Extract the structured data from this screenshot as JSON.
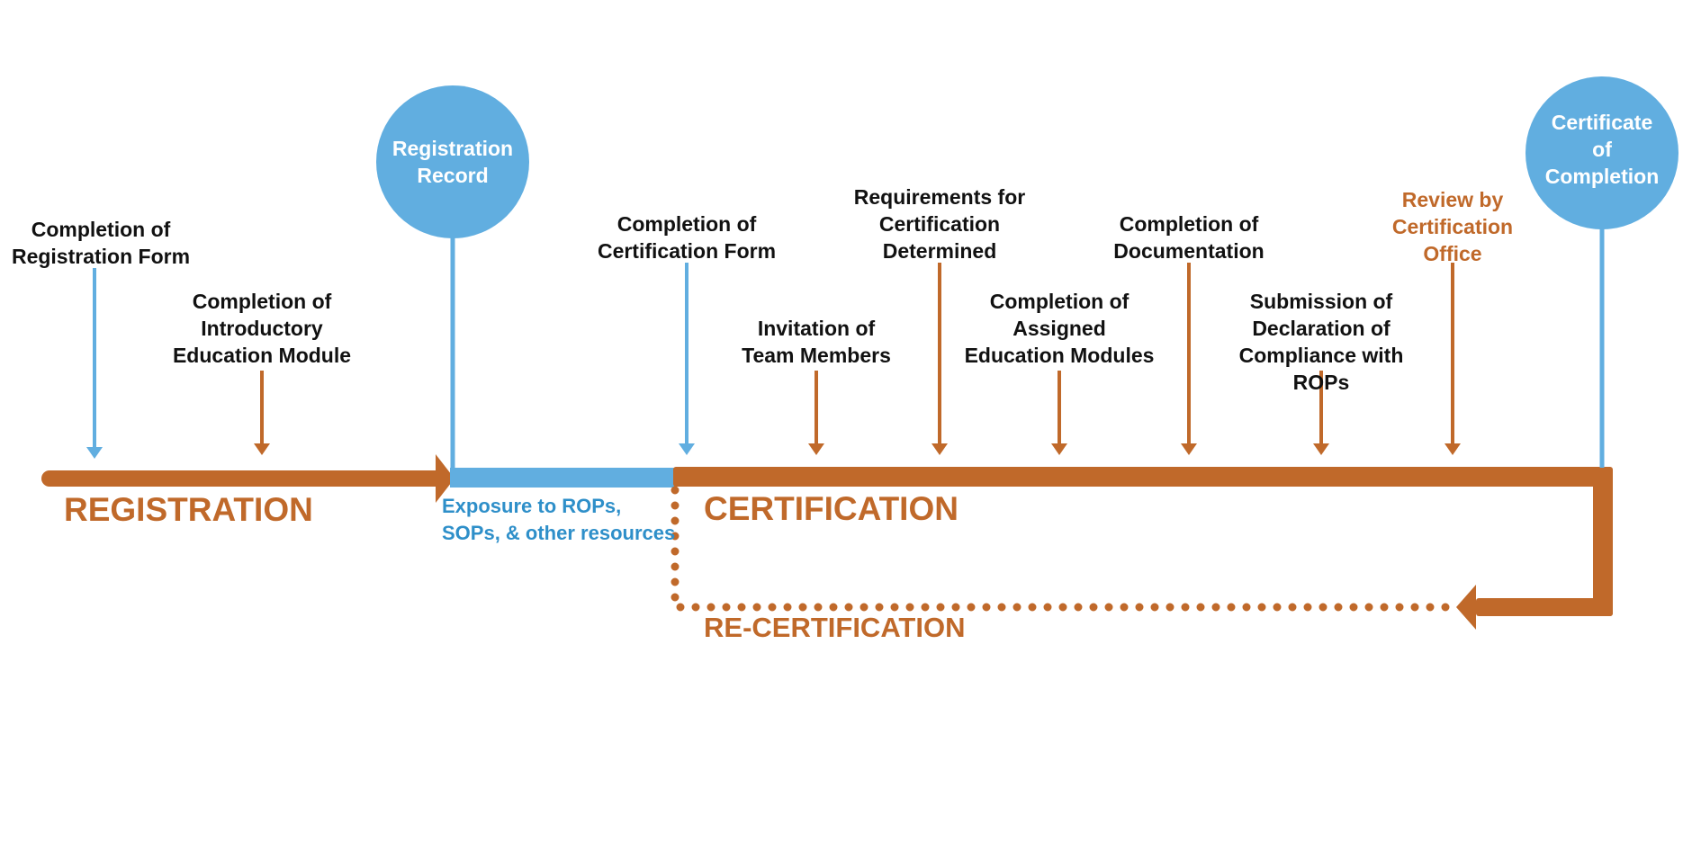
{
  "colors": {
    "orange": "#C0692A",
    "blue": "#61AEE0",
    "blue_text": "#2E8FC9",
    "text": "#111111"
  },
  "circles": {
    "registration_record": "Registration\nRecord",
    "certificate_of_completion": "Certificate\nof\nCompletion"
  },
  "milestones": [
    {
      "id": "registration-form",
      "text": "Completion of\nRegistration Form",
      "color": "blue"
    },
    {
      "id": "introductory-module",
      "text": "Completion of\nIntroductory\nEducation Module",
      "color": "orange"
    },
    {
      "id": "certification-form",
      "text": "Completion of\nCertification Form",
      "color": "blue"
    },
    {
      "id": "invitation-team",
      "text": "Invitation of\nTeam Members",
      "color": "orange"
    },
    {
      "id": "requirements-determined",
      "text": "Requirements for\nCertification\nDetermined",
      "color": "orange"
    },
    {
      "id": "assigned-modules",
      "text": "Completion of\nAssigned\nEducation Modules",
      "color": "orange"
    },
    {
      "id": "documentation",
      "text": "Completion of\nDocumentation",
      "color": "orange"
    },
    {
      "id": "declaration",
      "text": "Submission of\nDeclaration of\nCompliance with ROPs",
      "color": "orange"
    },
    {
      "id": "review",
      "text": "Review by\nCertification\nOffice",
      "color": "orange"
    }
  ],
  "phases": {
    "registration": "REGISTRATION",
    "certification": "CERTIFICATION",
    "recertification": "RE-CERTIFICATION"
  },
  "exposure_text": "Exposure to ROPs,\nSOPs, & other resources"
}
